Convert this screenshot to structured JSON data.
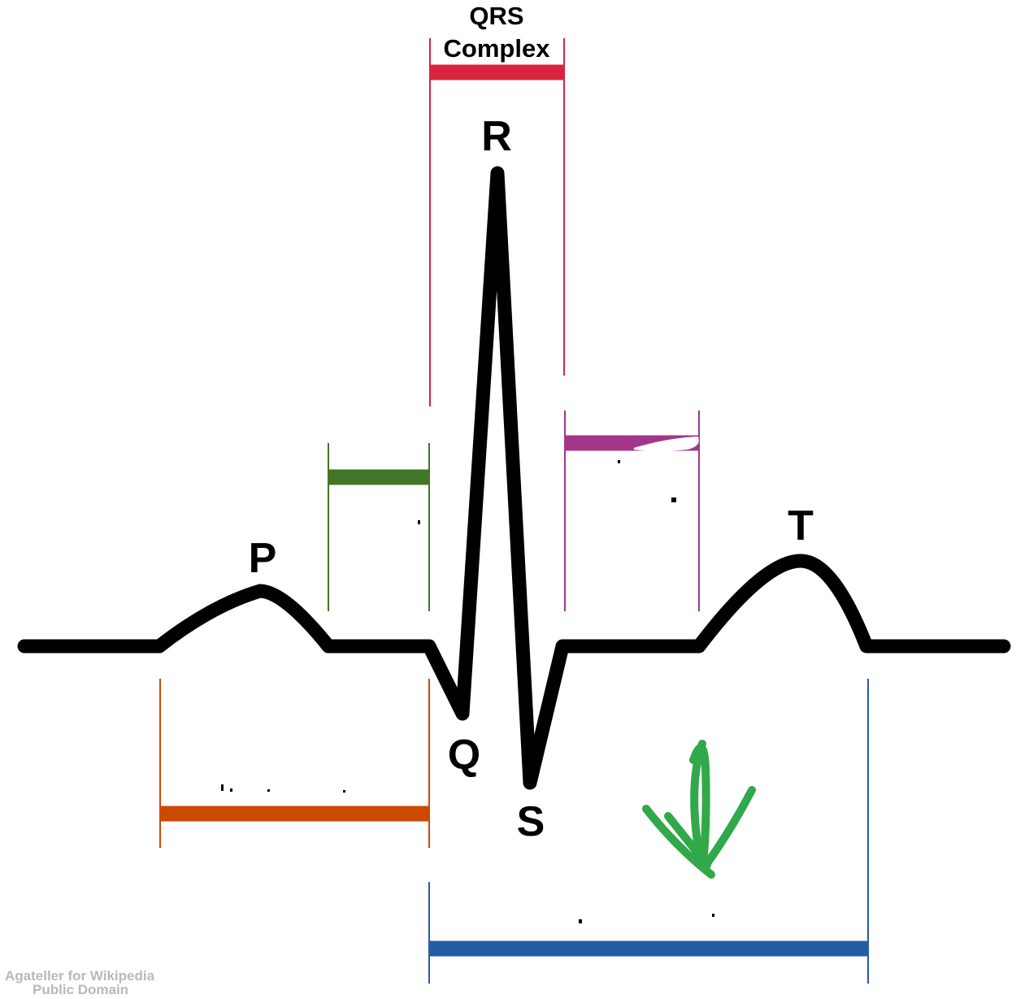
{
  "diagram": {
    "qrs_title_line1": "QRS",
    "qrs_title_line2": "Complex",
    "waves": {
      "p": "P",
      "q": "Q",
      "r": "R",
      "s": "S",
      "t": "T"
    }
  },
  "colors": {
    "trace": "#000000",
    "qrs_bracket": "#d9243f",
    "pr_segment": "#417628",
    "st_segment": "#a2378a",
    "pr_interval": "#cc4a00",
    "qt_interval": "#255ca8",
    "annotation_arrow": "#31a84a"
  },
  "credit": {
    "line1": "Agateller for Wikipedia",
    "line2": "Public Domain"
  }
}
